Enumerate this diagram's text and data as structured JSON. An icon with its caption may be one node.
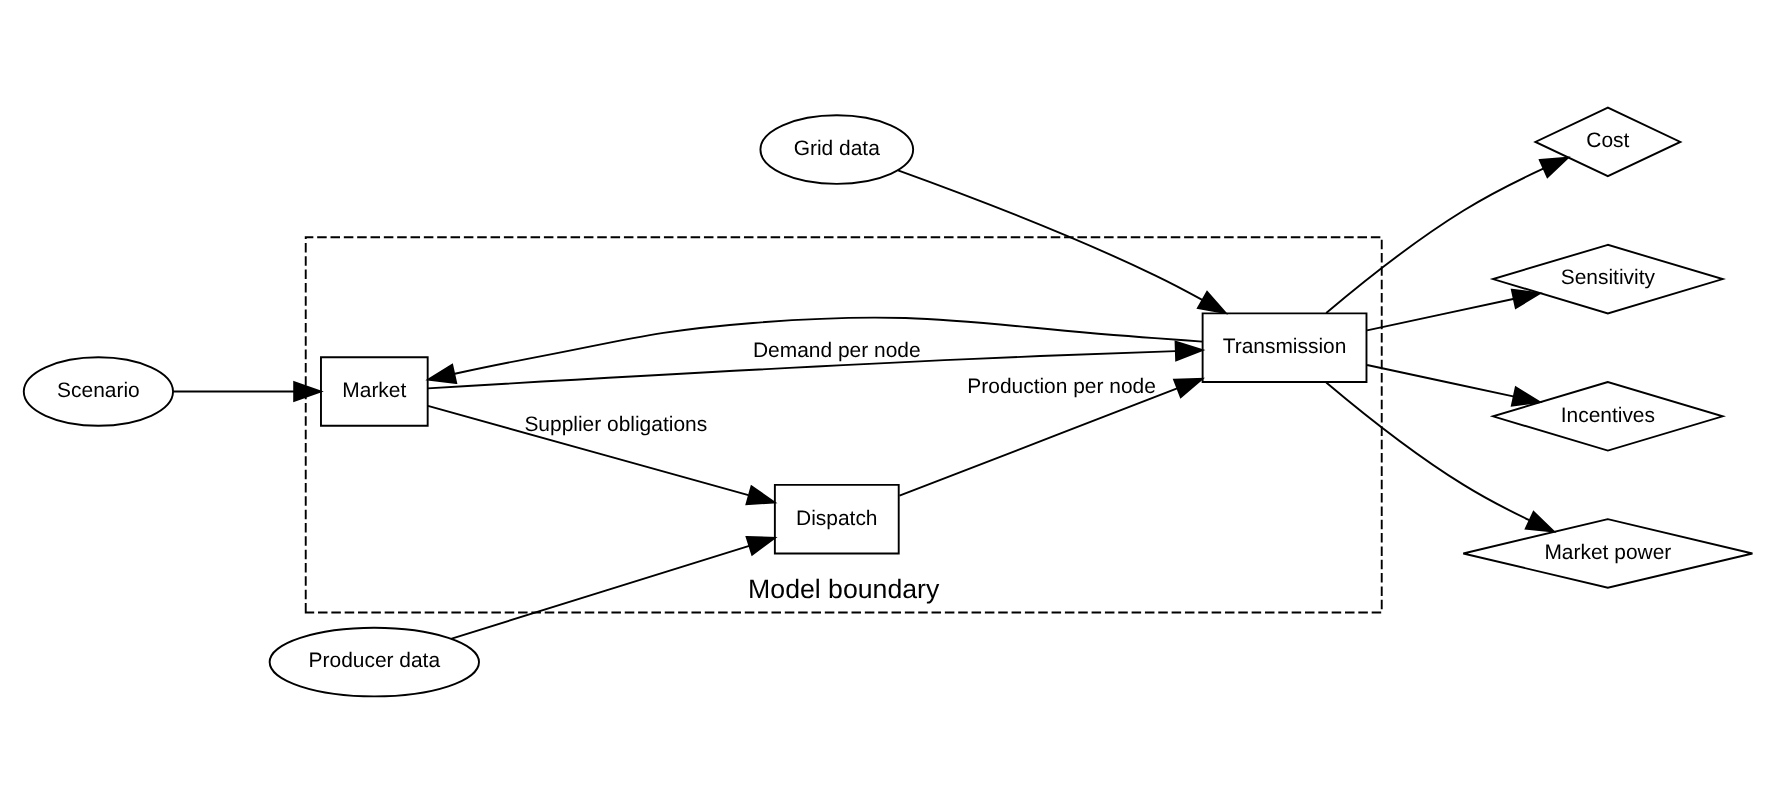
{
  "diagram": {
    "nodes": [
      {
        "text": [
          "Model boundary"
        ]
      },
      {
        "text": [
          "Producer data"
        ]
      },
      {
        "text": [
          "Grid data"
        ]
      },
      {
        "text": [
          "Scenario"
        ]
      },
      {
        "text": [
          "Market"
        ],
        "in": 0
      },
      {
        "text": [
          "Dispatch"
        ],
        "in": 0
      },
      {
        "text": [
          "Transmission"
        ],
        "in": 0
      },
      {
        "text": [
          "Cost"
        ]
      },
      {
        "text": [
          "Sensitivity"
        ]
      },
      {
        "text": [
          "Incentives"
        ]
      },
      {
        "text": [
          "Market power"
        ]
      }
    ],
    "edges": [
      {
        "from": 3,
        "to": 4,
        "arrow": "to"
      },
      {
        "from": 4,
        "to": 5,
        "arrow": "to",
        "label": "Supplier obligations"
      },
      {
        "from": 1,
        "to": 5,
        "arrow": "to"
      },
      {
        "from": 5,
        "to": 6,
        "arrow": "to",
        "label": "Production per node"
      },
      {
        "from": 4,
        "to": 6,
        "arrow": "to",
        "label": "Demand per node"
      },
      {
        "from": 2,
        "to": 6,
        "arrow": "to"
      },
      {
        "from": 6,
        "to": 4,
        "arrow": "to"
      },
      {
        "from": 6,
        "to": 7,
        "arrow": "to"
      },
      {
        "from": 6,
        "to": 8,
        "arrow": "to"
      },
      {
        "from": 6,
        "to": 9,
        "arrow": "to"
      },
      {
        "from": 6,
        "to": 10,
        "arrow": "to"
      }
    ]
  }
}
